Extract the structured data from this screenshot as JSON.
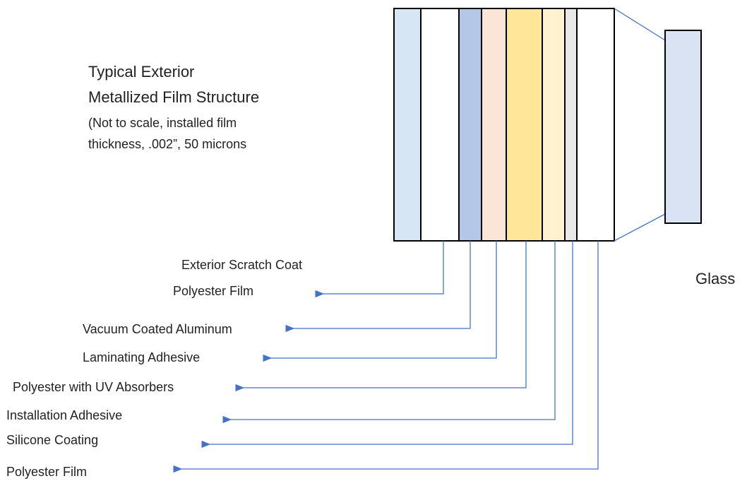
{
  "heading": {
    "line1": "Typical Exterior",
    "line2": "Metallized Film Structure",
    "note1": "(Not to scale, installed film",
    "note2": "thickness, .002”, 50 microns"
  },
  "glass_label": "Glass",
  "layers": [
    {
      "label": "Exterior Scratch Coat",
      "color": "#d6e6f5"
    },
    {
      "label": "Polyester Film",
      "color": "#ffffff"
    },
    {
      "label": "Vacuum Coated Aluminum",
      "color": "#b4c7e7"
    },
    {
      "label": "Laminating Adhesive",
      "color": "#fbe5d6"
    },
    {
      "label": "Polyester with UV Absorbers",
      "color": "#ffe699"
    },
    {
      "label": "Installation Adhesive",
      "color": "#fff2cc"
    },
    {
      "label": "Silicone Coating",
      "color": "#e8e8e8"
    },
    {
      "label": "Polyester Film",
      "color": "#ffffff"
    }
  ],
  "colors": {
    "outline": "#000000",
    "leader": "#4472c4",
    "glass_fill": "#dae3f3"
  }
}
